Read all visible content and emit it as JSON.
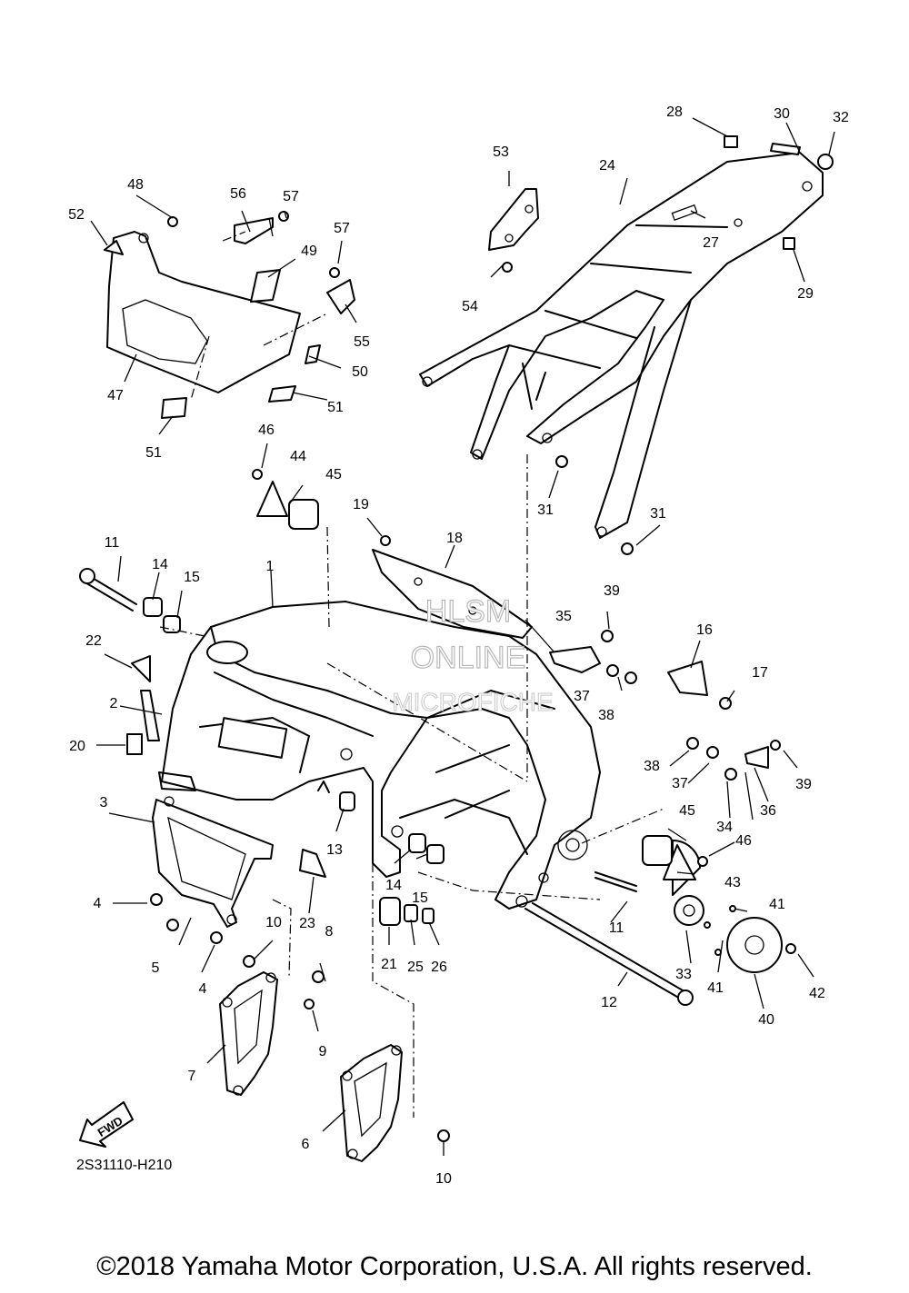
{
  "diagram": {
    "part_code": "2S31110-H210",
    "fwd_label": "FWD",
    "watermark": [
      "HLSM",
      "ONLINE",
      "MICROFICHE"
    ],
    "callouts": [
      "1",
      "2",
      "3",
      "4",
      "4",
      "5",
      "6",
      "7",
      "8",
      "9",
      "10",
      "10",
      "11",
      "11",
      "12",
      "13",
      "14",
      "14",
      "15",
      "15",
      "16",
      "17",
      "18",
      "19",
      "20",
      "21",
      "22",
      "23",
      "24",
      "25",
      "26",
      "27",
      "28",
      "29",
      "30",
      "31",
      "31",
      "32",
      "33",
      "34",
      "35",
      "36",
      "37",
      "37",
      "38",
      "38",
      "39",
      "39",
      "40",
      "41",
      "41",
      "42",
      "43",
      "44",
      "45",
      "45",
      "46",
      "46",
      "47",
      "48",
      "49",
      "50",
      "51",
      "51",
      "52",
      "53",
      "54",
      "55",
      "56",
      "57",
      "57"
    ]
  },
  "footer": {
    "copyright": "©2018 Yamaha Motor Corporation, U.S.A. All rights reserved."
  }
}
